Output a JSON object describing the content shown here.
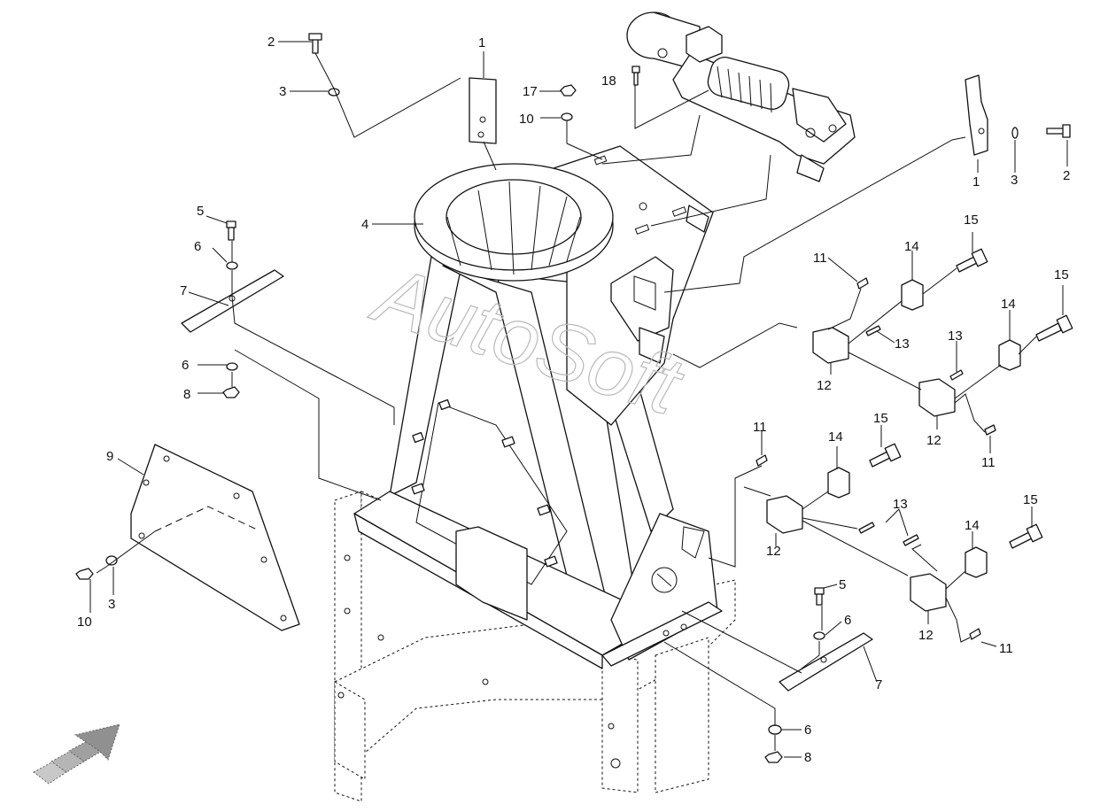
{
  "watermark": "AutoSoft",
  "callouts": [
    {
      "id": "c1",
      "label": "1"
    },
    {
      "id": "c2",
      "label": "2"
    },
    {
      "id": "c3",
      "label": "3"
    },
    {
      "id": "c4",
      "label": "4"
    },
    {
      "id": "c5",
      "label": "5"
    },
    {
      "id": "c6",
      "label": "6"
    },
    {
      "id": "c7",
      "label": "7"
    },
    {
      "id": "c8",
      "label": "8"
    },
    {
      "id": "c9",
      "label": "9"
    },
    {
      "id": "c10",
      "label": "10"
    },
    {
      "id": "c11",
      "label": "11"
    },
    {
      "id": "c12",
      "label": "12"
    },
    {
      "id": "c13",
      "label": "13"
    },
    {
      "id": "c14",
      "label": "14"
    },
    {
      "id": "c15",
      "label": "15"
    },
    {
      "id": "c17",
      "label": "17"
    },
    {
      "id": "c18",
      "label": "18"
    }
  ],
  "direction_arrow_icon": "forward-arrow-icon"
}
